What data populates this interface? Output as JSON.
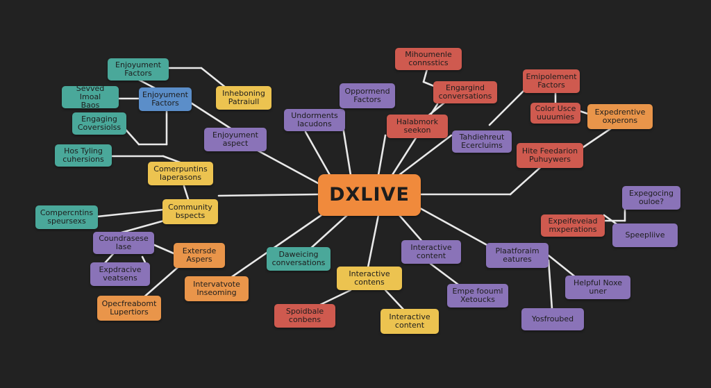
{
  "diagram": {
    "central": {
      "label": "DXLIVE",
      "color": "central"
    },
    "nodes": [
      {
        "id": "n1",
        "label": "Enjoyument\nFactors",
        "color": "teal"
      },
      {
        "id": "n2",
        "label": "Sevved Imoal\nBaos",
        "color": "teal"
      },
      {
        "id": "n3",
        "label": "Enjoyument\nFactors",
        "color": "blue"
      },
      {
        "id": "n4",
        "label": "Engaging\nCoversiolss",
        "color": "teal"
      },
      {
        "id": "n5",
        "label": "Hos Tyling\ncuhersions",
        "color": "teal"
      },
      {
        "id": "n6",
        "label": "Inheboning\nPatraiull",
        "color": "yellow"
      },
      {
        "id": "n7",
        "label": "Enjoyument\naspect",
        "color": "purple"
      },
      {
        "id": "n8",
        "label": "Undorments\nIacudons",
        "color": "purple"
      },
      {
        "id": "n9",
        "label": "Oppormend\nFactors",
        "color": "purple"
      },
      {
        "id": "n10",
        "label": "Mihoumenle\nconnsstics",
        "color": "red"
      },
      {
        "id": "n11",
        "label": "Engargind\nconversations",
        "color": "red"
      },
      {
        "id": "n12",
        "label": "Halabmork\nseekon",
        "color": "red"
      },
      {
        "id": "n13",
        "label": "Emipolement\nFactors",
        "color": "red"
      },
      {
        "id": "n14",
        "label": "Color Usce\nuuuumies",
        "color": "red"
      },
      {
        "id": "n15",
        "label": "Expedrentive\noxperons",
        "color": "orange"
      },
      {
        "id": "n16",
        "label": "Tahdiehreut\nEcercluims",
        "color": "purple"
      },
      {
        "id": "n17",
        "label": "Hite Feedarion\nPuhuywers",
        "color": "red"
      },
      {
        "id": "n18",
        "label": "Comerpuntins\nIaperasons",
        "color": "yellow"
      },
      {
        "id": "n19",
        "label": "Compercntins\nspeursexs",
        "color": "teal"
      },
      {
        "id": "n20",
        "label": "Community\nbspects",
        "color": "yellow"
      },
      {
        "id": "n21",
        "label": "Coundrasese\nIase",
        "color": "purple"
      },
      {
        "id": "n22",
        "label": "Extersde\nAspers",
        "color": "orange"
      },
      {
        "id": "n23",
        "label": "Expdracive\nveatsens",
        "color": "purple"
      },
      {
        "id": "n24",
        "label": "Intervatvote\nInseoming",
        "color": "orange"
      },
      {
        "id": "n25",
        "label": "Opecfreabomt\nLupertiors",
        "color": "orange"
      },
      {
        "id": "n26",
        "label": "Daweicing\nconversations",
        "color": "teal"
      },
      {
        "id": "n27",
        "label": "Interactive\ncontens",
        "color": "yellow"
      },
      {
        "id": "n28",
        "label": "Spoidbale\nconbens",
        "color": "red"
      },
      {
        "id": "n29",
        "label": "Interactive\ncontent",
        "color": "yellow"
      },
      {
        "id": "n30",
        "label": "Interactive\ncontent",
        "color": "purple"
      },
      {
        "id": "n31",
        "label": "Empe foouml\nXetoucks",
        "color": "purple"
      },
      {
        "id": "n32",
        "label": "Plaatforaim\neatures",
        "color": "purple"
      },
      {
        "id": "n33",
        "label": "Helpful Noxe\nuner",
        "color": "purple"
      },
      {
        "id": "n34",
        "label": "Yosfroubed",
        "color": "purple"
      },
      {
        "id": "n35",
        "label": "Expegocing\nouloe?",
        "color": "purple"
      },
      {
        "id": "n36",
        "label": "Expeifeveiad\nmxperations",
        "color": "red"
      },
      {
        "id": "n37",
        "label": "Speepliive",
        "color": "purple"
      }
    ]
  },
  "colors": {
    "background": "#222222",
    "connector": "#e9e9e9",
    "teal": "#4aa89a",
    "blue": "#5b8ec9",
    "purple": "#8a73b8",
    "red": "#cf5a4f",
    "orange": "#e9954a",
    "yellow": "#ecc350",
    "central": "#f08a3c"
  }
}
